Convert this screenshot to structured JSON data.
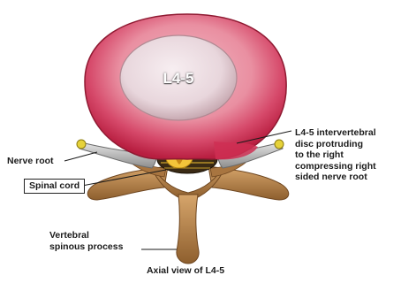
{
  "diagram": {
    "disc_label": "L4-5",
    "labels": {
      "nerve_root": "Nerve root",
      "spinal_cord": "Spinal cord",
      "vertebral_spinous_process": [
        "Vertebral",
        "spinous process"
      ],
      "disc_protrusion": [
        "L4-5 intervertebral",
        "disc protruding",
        "to the right",
        "compressing right",
        "sided nerve root"
      ]
    },
    "caption": "Axial view of L4-5"
  },
  "colors": {
    "annulus": "#c8294a",
    "nucleus": "#ead9de",
    "bone": "#b8864a",
    "nerve": "#b8b8b8",
    "cord": "#f2c63c"
  }
}
